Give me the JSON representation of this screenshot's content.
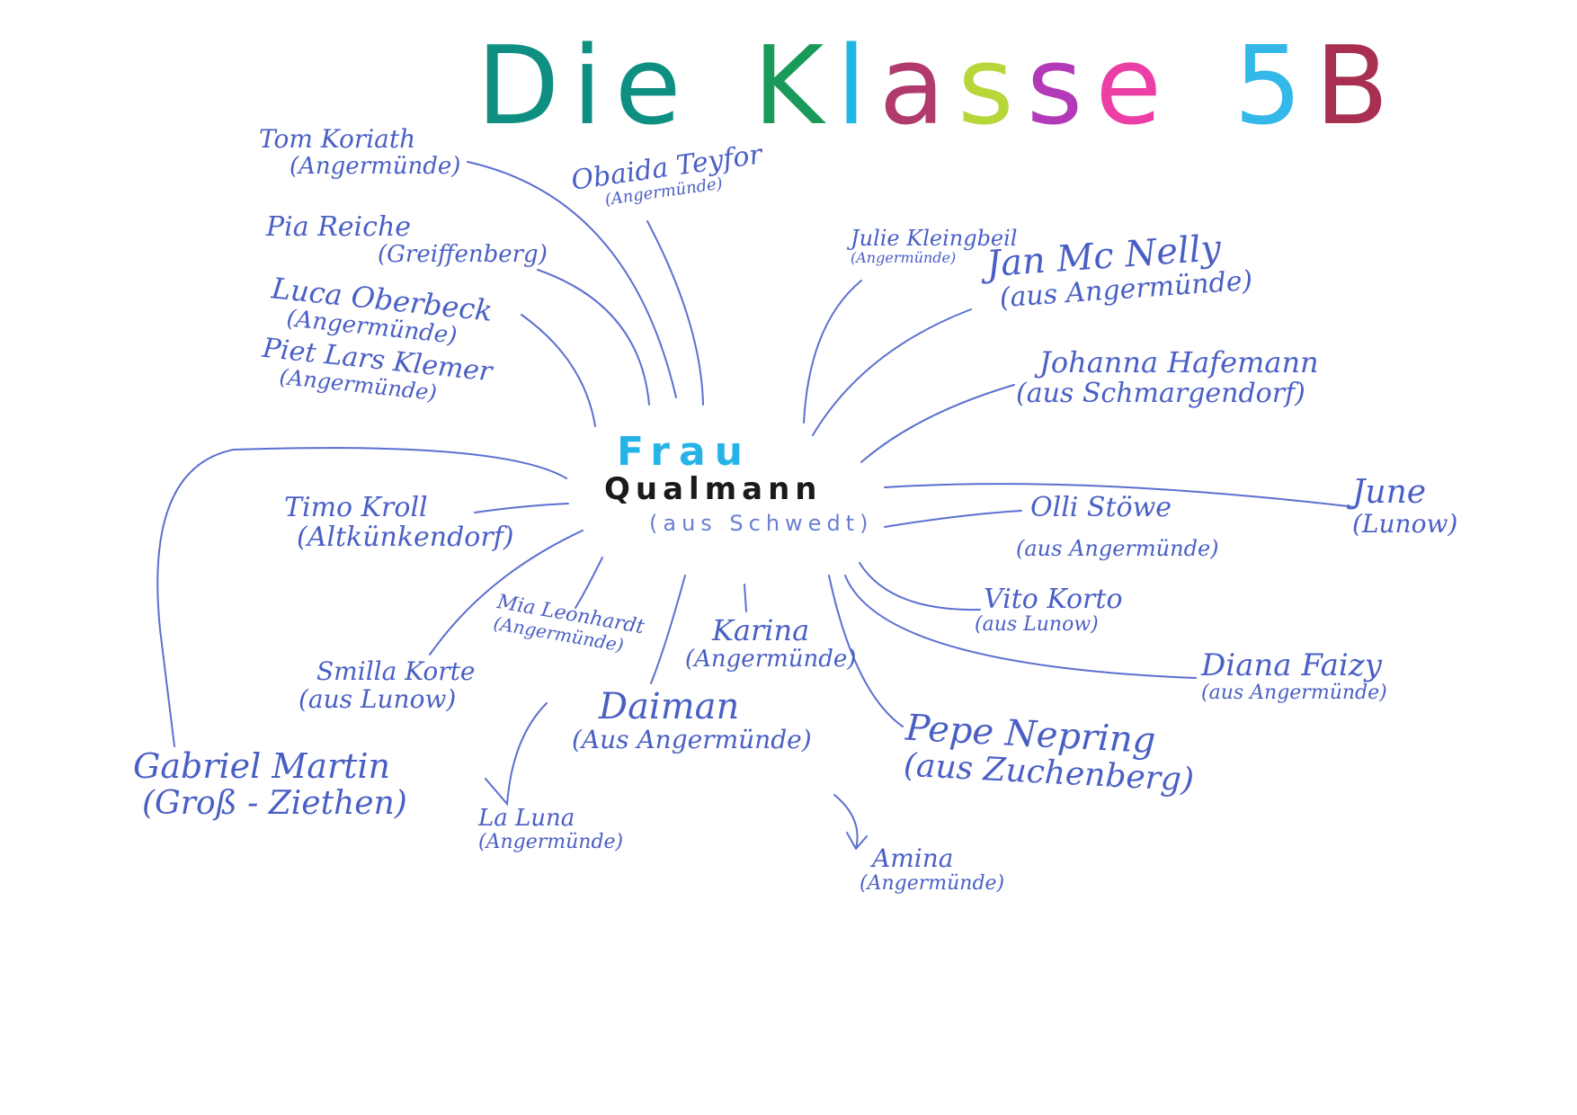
{
  "title": {
    "letters": [
      {
        "ch": "D",
        "color": "#0f8f82"
      },
      {
        "ch": "i",
        "color": "#0f8f82"
      },
      {
        "ch": "e",
        "color": "#0f8f82"
      },
      {
        "ch": " ",
        "color": "#ffffff"
      },
      {
        "ch": "K",
        "color": "#1a9a5a"
      },
      {
        "ch": "l",
        "color": "#20b6e6"
      },
      {
        "ch": "a",
        "color": "#b03a6c"
      },
      {
        "ch": "s",
        "color": "#b6d63a"
      },
      {
        "ch": "s",
        "color": "#b23ab8"
      },
      {
        "ch": "e",
        "color": "#ec3fa6"
      },
      {
        "ch": " ",
        "color": "#ffffff"
      },
      {
        "ch": "5",
        "color": "#34b8ea"
      },
      {
        "ch": "B",
        "color": "#a82f52"
      }
    ]
  },
  "center": {
    "line1": "Frau",
    "line2": "Qualmann",
    "line3": "(aus Schwedt)"
  },
  "ink_color": "#4a5fc4",
  "students": [
    {
      "id": "tom",
      "name": "Tom Koriath",
      "origin": "(Angermünde)"
    },
    {
      "id": "obaida",
      "name": "Obaida Teyfor",
      "origin": "(Angermünde)"
    },
    {
      "id": "pia",
      "name": "Pia Reiche",
      "origin": "(Greiffenberg)"
    },
    {
      "id": "luca",
      "name": "Luca Oberbeck",
      "origin": "(Angermünde)"
    },
    {
      "id": "piet",
      "name": "Piet Lars Klemer",
      "origin": "(Angermünde)"
    },
    {
      "id": "julie",
      "name": "Julie Kleingbeil",
      "origin": "(Angermünde)"
    },
    {
      "id": "jan",
      "name": "Jan Mc Nelly",
      "origin": "(aus Angermünde)"
    },
    {
      "id": "johanna",
      "name": "Johanna Hafemann",
      "origin": "(aus Schmargendorf)"
    },
    {
      "id": "june",
      "name": "June",
      "origin": "(Lunow)"
    },
    {
      "id": "olli",
      "name": "Olli Stöwe",
      "origin": "(aus Angermünde)"
    },
    {
      "id": "vito",
      "name": "Vito Korto",
      "origin": "(aus Lunow)"
    },
    {
      "id": "diana",
      "name": "Diana Faizy",
      "origin": "(aus Angermünde)"
    },
    {
      "id": "pepe",
      "name": "Pepe Nepring",
      "origin": "(aus Zuchenberg)"
    },
    {
      "id": "amina",
      "name": "Amina",
      "origin": "(Angermünde)"
    },
    {
      "id": "karina",
      "name": "Karina",
      "origin": "(Angermünde)"
    },
    {
      "id": "daiman",
      "name": "Daiman",
      "origin": "(Aus Angermünde)"
    },
    {
      "id": "mia",
      "name": "Mia Leonhardt",
      "origin": "(Angermünde)"
    },
    {
      "id": "laluna",
      "name": "La Luna",
      "origin": "(Angermünde)"
    },
    {
      "id": "smilla",
      "name": "Smilla Korte",
      "origin": "(aus Lunow)"
    },
    {
      "id": "timo",
      "name": "Timo Kroll",
      "origin": "(Altkünkendorf)"
    },
    {
      "id": "gabriel",
      "name": "Gabriel Martin",
      "origin": "(Groß - Ziethen)"
    }
  ]
}
